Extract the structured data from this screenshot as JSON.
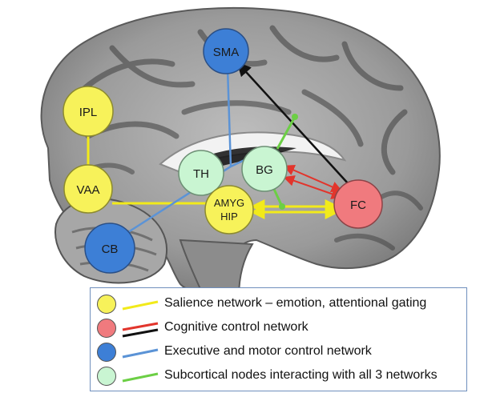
{
  "nodes": {
    "sma": {
      "label": "SMA",
      "color": "#3d7fd6"
    },
    "ipl": {
      "label": "IPL",
      "color": "#f7f25a"
    },
    "vaa": {
      "label": "VAA",
      "color": "#f7f25a"
    },
    "th": {
      "label": "TH",
      "color": "#c9f5d2"
    },
    "bg": {
      "label": "BG",
      "color": "#c9f5d2"
    },
    "amyg_hip": {
      "label_line1": "AMYG",
      "label_line2": "HIP",
      "color": "#f7f25a"
    },
    "fc": {
      "label": "FC",
      "color": "#f07a7e"
    },
    "cb": {
      "label": "CB",
      "color": "#3d7fd6"
    }
  },
  "colors": {
    "salience_line": "#f2ea1a",
    "cognitive_line_red": "#e2352c",
    "cognitive_line_black": "#111111",
    "executive_line": "#5b93d6",
    "subcortical_line": "#6ccf45"
  },
  "legend": {
    "items": [
      {
        "text": "Salience network – emotion, attentional gating",
        "dot_color": "#f7f25a",
        "lines": [
          "#f2ea1a"
        ]
      },
      {
        "text": "Cognitive control network",
        "dot_color": "#f07a7e",
        "lines": [
          "#e2352c",
          "#111111"
        ]
      },
      {
        "text": "Executive and motor control network",
        "dot_color": "#3d7fd6",
        "lines": [
          "#5b93d6"
        ]
      },
      {
        "text": "Subcortical nodes interacting with all 3 networks",
        "dot_color": "#c9f5d2",
        "lines": [
          "#6ccf45"
        ]
      }
    ]
  }
}
